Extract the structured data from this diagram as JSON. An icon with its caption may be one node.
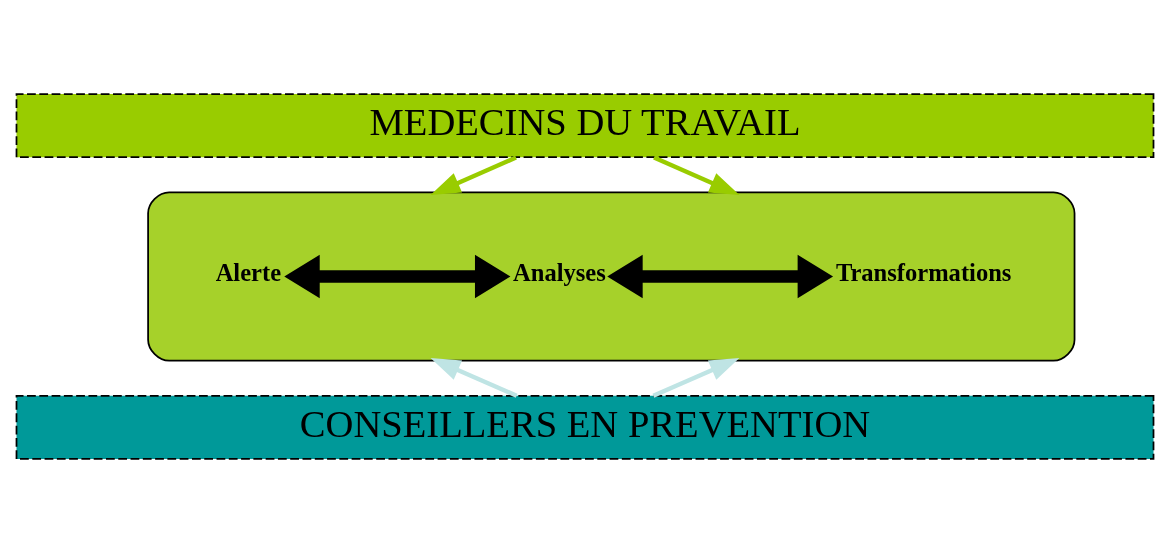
{
  "diagram": {
    "nodes": [
      {
        "text": [
          "MEDECINS DU TRAVAIL"
        ]
      },
      {
        "text": [],
        "shape": "ellipse"
      },
      {
        "text": [
          "Alerte"
        ],
        "in": 1
      },
      {
        "text": [
          "Analyses"
        ],
        "in": 1
      },
      {
        "text": [
          "Transformations"
        ],
        "in": 1
      },
      {
        "text": [
          "CONSEILLERS EN PREVENTION"
        ]
      }
    ],
    "edges": [
      {
        "from": 0,
        "to": 1,
        "arrow": "to",
        "color": "#99cc00"
      },
      {
        "from": 0,
        "to": 1,
        "arrow": "to",
        "color": "#99cc00"
      },
      {
        "from": 2,
        "to": 3,
        "arrow": "both",
        "style": "thick",
        "color": "#000000"
      },
      {
        "from": 3,
        "to": 4,
        "arrow": "both",
        "style": "thick",
        "color": "#000000"
      },
      {
        "from": 5,
        "to": 1,
        "arrow": "to",
        "color": "#bfe4e4"
      },
      {
        "from": 5,
        "to": 1,
        "arrow": "to",
        "color": "#bfe4e4"
      }
    ]
  }
}
